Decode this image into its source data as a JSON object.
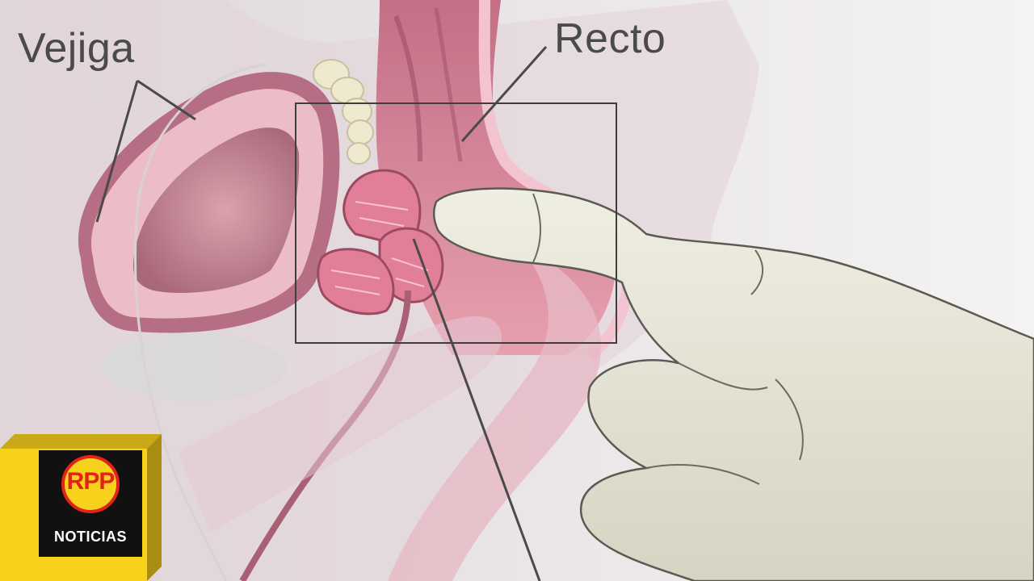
{
  "labels": {
    "bladder": "Vejiga",
    "rectum": "Recto"
  },
  "logo": {
    "brand": "RPP",
    "subtitle": "NOTICIAS"
  },
  "colors": {
    "background": "#e9e4e6",
    "tissue_pink": "#e9a7b6",
    "tissue_dark": "#b9667c",
    "glove": "#e8e6d6",
    "label_text": "#4a4a4a",
    "logo_yellow": "#f7d21c",
    "logo_black": "#111111",
    "logo_red": "#e2231a"
  }
}
